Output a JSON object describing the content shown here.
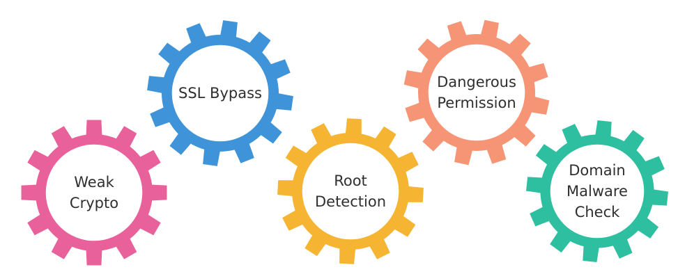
{
  "gears": [
    {
      "id": "weak-crypto",
      "lines": [
        "Weak",
        "Crypto"
      ],
      "color": "#e8619a"
    },
    {
      "id": "ssl-bypass",
      "lines": [
        "SSL Bypass"
      ],
      "color": "#3f93d8"
    },
    {
      "id": "root-detection",
      "lines": [
        "Root",
        "Detection"
      ],
      "color": "#f5b431"
    },
    {
      "id": "dangerous-permission",
      "lines": [
        "Dangerous",
        "Permission"
      ],
      "color": "#f59575"
    },
    {
      "id": "domain-malware-check",
      "lines": [
        "Domain",
        "Malware",
        "Check"
      ],
      "color": "#2dbfa0"
    }
  ]
}
